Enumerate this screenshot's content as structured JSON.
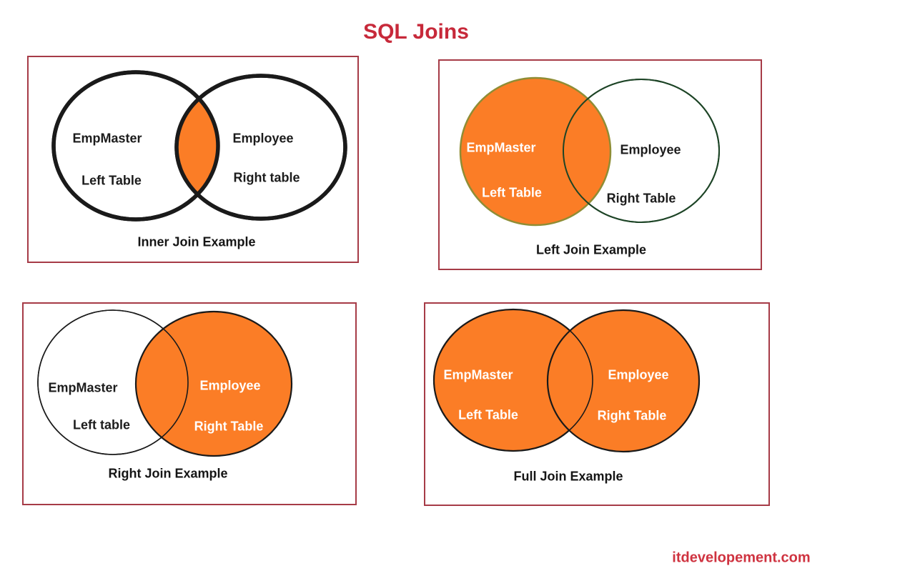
{
  "page": {
    "title": "SQL Joins",
    "footer": "itdevelopement.com"
  },
  "colors": {
    "orange": "#fb7d26",
    "panel_border": "#a63b47",
    "title_red": "#c7293a",
    "footer_red": "#cf3340",
    "ink": "#1a1a1a",
    "dark_green": "#1d4426",
    "olive": "#8f8d35",
    "label_black": "#1c1c1c",
    "label_white": "#ffffff"
  },
  "panels": [
    {
      "id": "inner-join",
      "caption": "Inner Join Example",
      "left": {
        "line1": "EmpMaster",
        "line2": "Left Table"
      },
      "right": {
        "line1": "Employee",
        "line2": "Right table"
      }
    },
    {
      "id": "left-join",
      "caption": "Left Join Example",
      "left": {
        "line1": "EmpMaster",
        "line2": "Left Table"
      },
      "right": {
        "line1": "Employee",
        "line2": "Right Table"
      }
    },
    {
      "id": "right-join",
      "caption": "Right Join Example",
      "left": {
        "line1": "EmpMaster",
        "line2": "Left table"
      },
      "right": {
        "line1": "Employee",
        "line2": "Right Table"
      }
    },
    {
      "id": "full-join",
      "caption": "Full Join Example",
      "left": {
        "line1": "EmpMaster",
        "line2": "Left Table"
      },
      "right": {
        "line1": "Employee",
        "line2": "Right Table"
      }
    }
  ]
}
